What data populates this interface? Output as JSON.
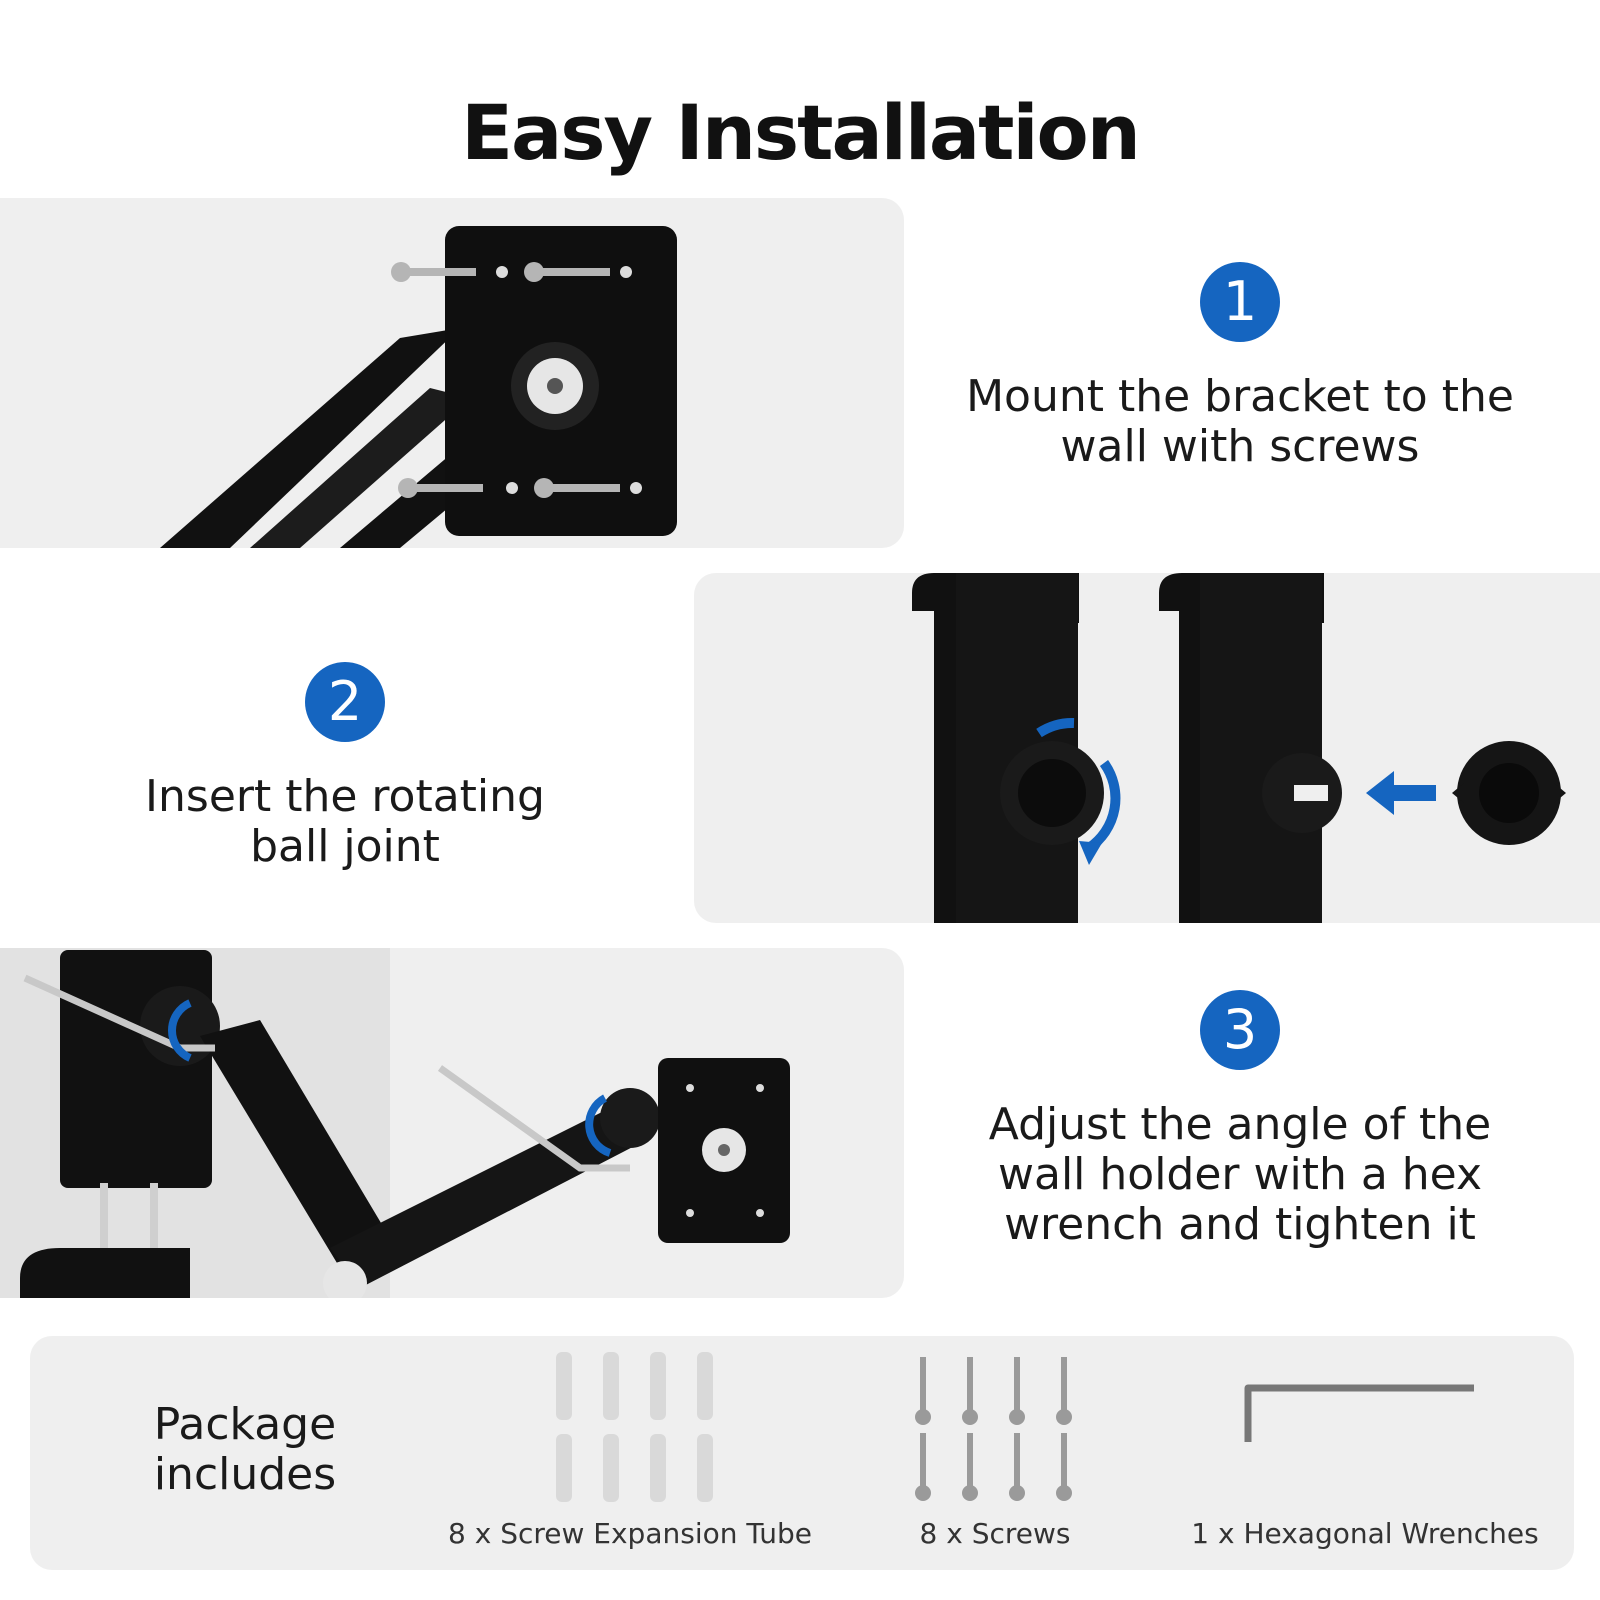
{
  "title": "Easy Installation",
  "steps": [
    {
      "number": "1",
      "text": "Mount the bracket to the\nwall with screws"
    },
    {
      "number": "2",
      "text": "Insert the rotating\nball joint"
    },
    {
      "number": "3",
      "text": "Adjust the angle of the\nwall holder with a hex\nwrench and tighten it"
    }
  ],
  "package": {
    "title": "Package\nincludes",
    "items": [
      {
        "label": "8 x Screw Expansion Tube",
        "icon": "expansion-tube-icon"
      },
      {
        "label": "8 x Screws",
        "icon": "screw-icon"
      },
      {
        "label": "1 x Hexagonal Wrenches",
        "icon": "hex-wrench-icon"
      }
    ]
  },
  "colors": {
    "accent": "#1565c0",
    "panel": "#efefef",
    "product": "#111111"
  }
}
